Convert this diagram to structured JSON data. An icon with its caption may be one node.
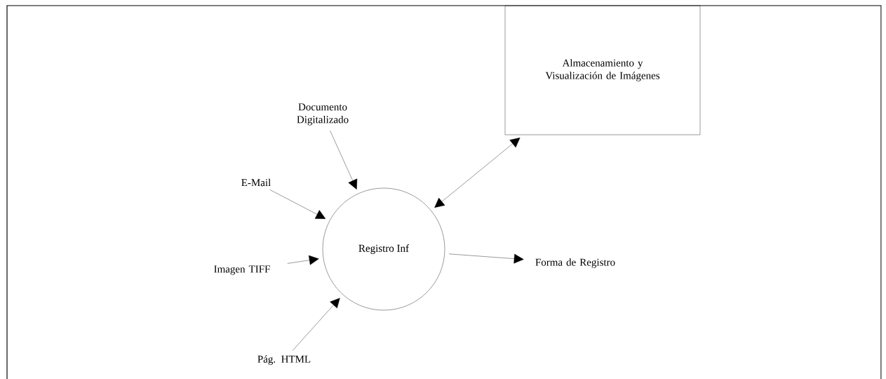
{
  "diagram": {
    "nodes": [
      {
        "text": [
          "Documento Digitalizado"
        ]
      },
      {
        "text": [
          "E-Mail"
        ]
      },
      {
        "text": [
          "Imagen TIFF"
        ]
      },
      {
        "text": [
          "Pág. HTML"
        ]
      },
      {
        "text": [
          "Registro Inf"
        ]
      },
      {
        "text": [
          "Almacenamiento y Visualización de Imágenes"
        ]
      },
      {
        "text": [
          "Forma de Registro"
        ]
      }
    ],
    "edges": [
      {
        "from": 0,
        "to": 4,
        "arrow": "to"
      },
      {
        "from": 1,
        "to": 4,
        "arrow": "to"
      },
      {
        "from": 2,
        "to": 4,
        "arrow": "to"
      },
      {
        "from": 3,
        "to": 4,
        "arrow": "to"
      },
      {
        "from": 4,
        "to": 5,
        "arrow": "both"
      },
      {
        "from": 4,
        "to": 6,
        "arrow": "to"
      }
    ]
  }
}
